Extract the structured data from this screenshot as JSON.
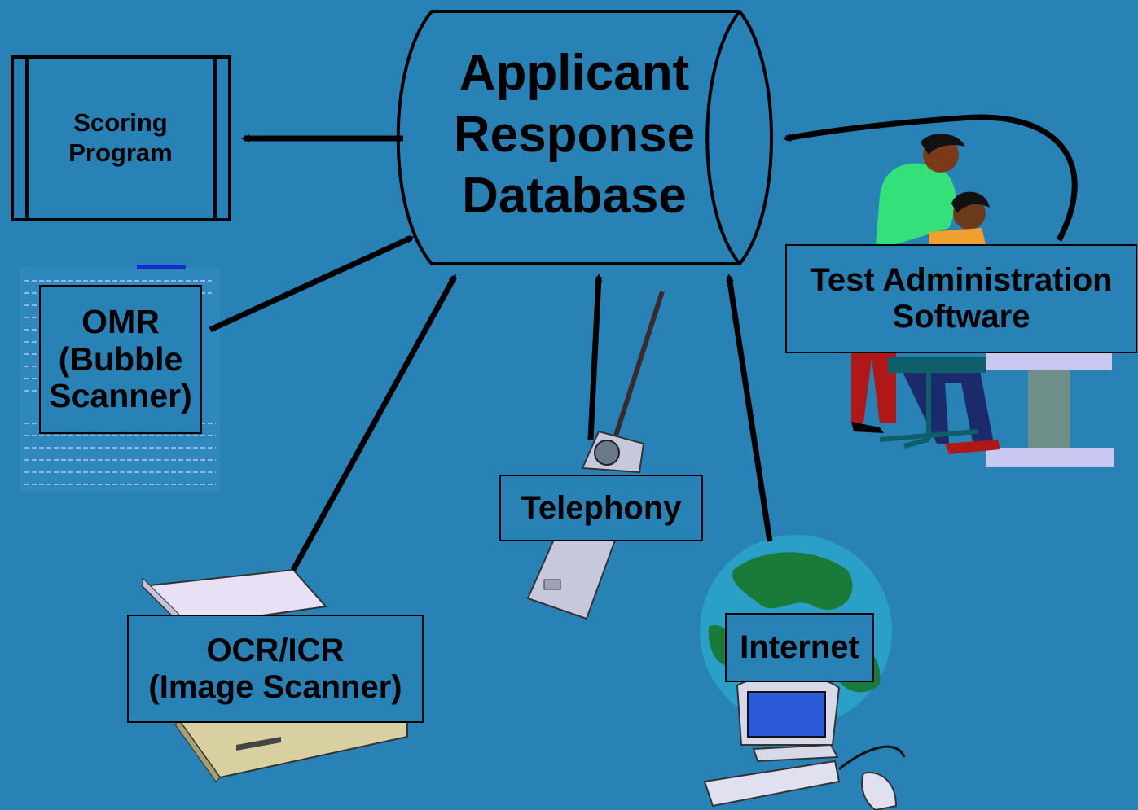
{
  "database": {
    "lines": [
      "Applicant",
      "Response",
      "Database"
    ]
  },
  "scoring_program": {
    "lines": [
      "Scoring",
      "Program"
    ]
  },
  "omr": {
    "lines": [
      "OMR",
      "(Bubble",
      "Scanner)"
    ]
  },
  "ocr": {
    "lines": [
      "OCR/ICR",
      "(Image Scanner)"
    ]
  },
  "telephony": {
    "label": "Telephony"
  },
  "internet": {
    "label": "Internet"
  },
  "test_admin": {
    "lines": [
      "Test Administration",
      "Software"
    ]
  },
  "colors": {
    "background": "#2882b6",
    "stroke": "#000000",
    "globe_land": "#1a7a3a",
    "globe_sea": "#2aa0c8",
    "shirt_green": "#33e07a",
    "shirt_orange": "#f0a030",
    "pants_red": "#b01818",
    "device_grey": "#c8c8dc"
  }
}
